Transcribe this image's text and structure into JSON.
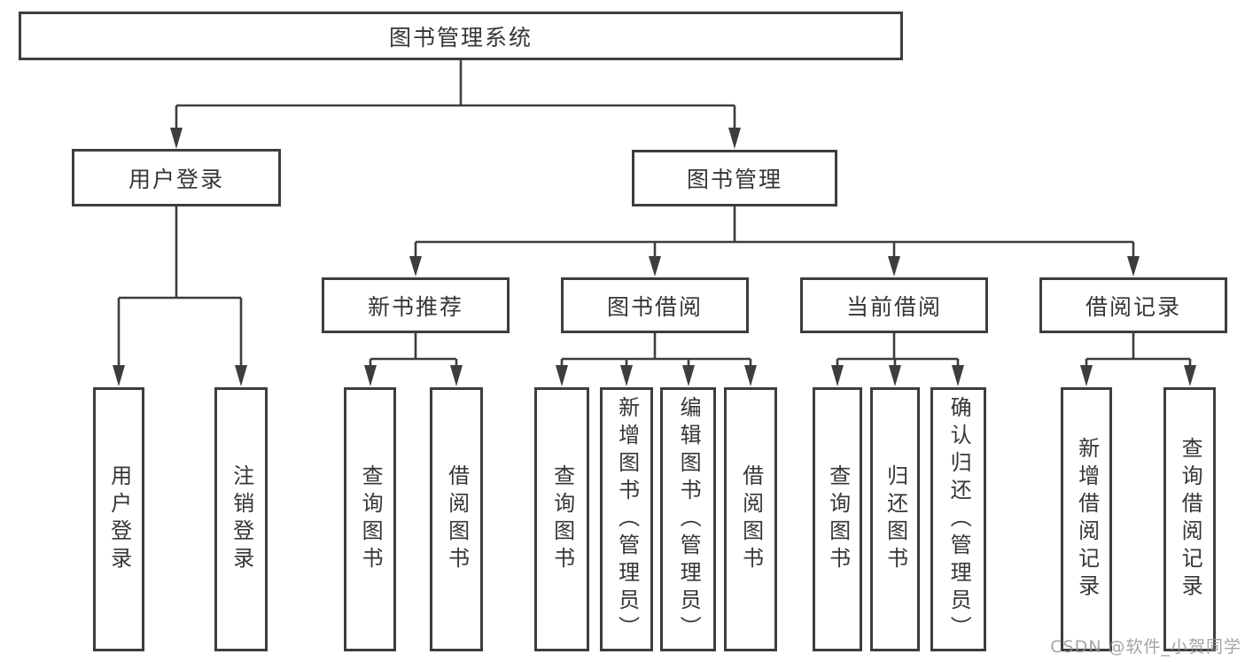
{
  "nodes": {
    "root": "图书管理系统",
    "user_login": "用户登录",
    "book_mgmt": "图书管理",
    "new_book_rec": "新书推荐",
    "book_borrow": "图书借阅",
    "current_borrow": "当前借阅",
    "borrow_records": "借阅记录",
    "leaf_user_login": "用户登录",
    "leaf_logout": "注销登录",
    "leaf_query_book_a": "查询图书",
    "leaf_borrow_book_a": "借阅图书",
    "leaf_query_book_b": "查询图书",
    "leaf_add_book_admin": "新增图书（管理员）",
    "leaf_edit_book_admin": "编辑图书（管理员）",
    "leaf_borrow_book_b": "借阅图书",
    "leaf_query_book_c": "查询图书",
    "leaf_return_book": "归还图书",
    "leaf_confirm_return_admin": "确认归还（管理员）",
    "leaf_add_borrow_record": "新增借阅记录",
    "leaf_query_borrow_record": "查询借阅记录"
  },
  "hierarchy": {
    "图书管理系统": {
      "用户登录": [
        "用户登录",
        "注销登录"
      ],
      "图书管理": {
        "新书推荐": [
          "查询图书",
          "借阅图书"
        ],
        "图书借阅": [
          "查询图书",
          "新增图书（管理员）",
          "编辑图书（管理员）",
          "借阅图书"
        ],
        "当前借阅": [
          "查询图书",
          "归还图书",
          "确认归还（管理员）"
        ],
        "借阅记录": [
          "新增借阅记录",
          "查询借阅记录"
        ]
      }
    }
  },
  "watermark": "CSDN @软件_小贺同学",
  "colors": {
    "line": "#3d3d3d",
    "text": "#363636",
    "background": "#ffffff",
    "watermark": "#949494"
  }
}
